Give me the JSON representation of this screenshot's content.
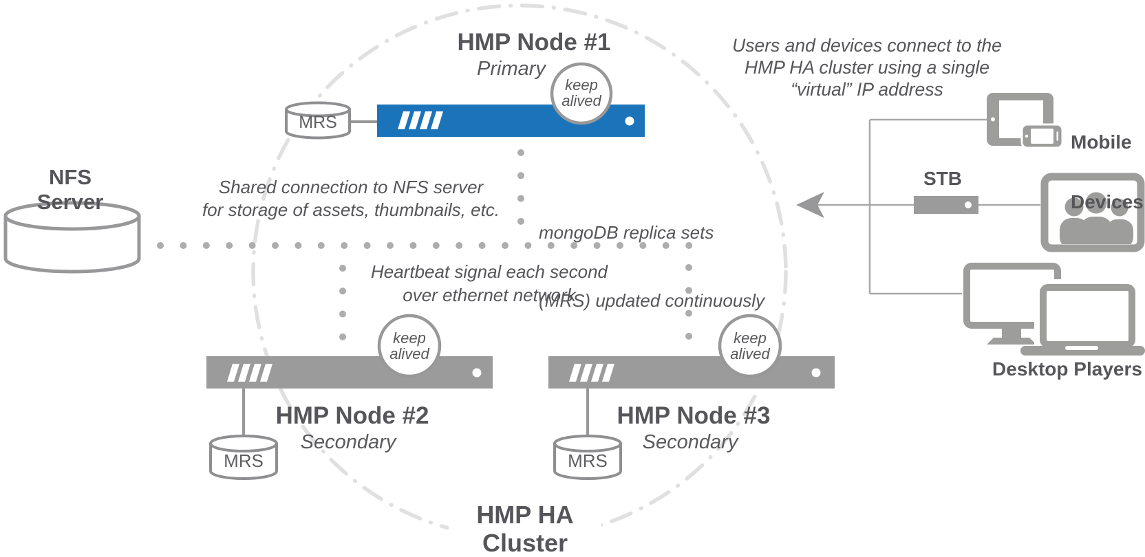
{
  "cluster": {
    "label_line1": "HMP HA",
    "label_line2": "Cluster"
  },
  "nodes": [
    {
      "title": "HMP Node #1",
      "role": "Primary",
      "db_label": "MRS"
    },
    {
      "title": "HMP Node #2",
      "role": "Secondary",
      "db_label": "MRS"
    },
    {
      "title": "HMP Node #3",
      "role": "Secondary",
      "db_label": "MRS"
    }
  ],
  "keepalived_badge": {
    "line1": "keep",
    "line2": "alived"
  },
  "nfs_server": {
    "label": "NFS Server"
  },
  "annotations": {
    "nfs_shared": {
      "line1": "Shared connection to NFS server",
      "line2": "for storage of assets, thumbnails, etc."
    },
    "mongo": {
      "line1": "mongoDB replica sets",
      "line2": "(MRS) updated continuously"
    },
    "heartbeat": {
      "line1": "Heartbeat signal each second",
      "line2": "over ethernet network"
    },
    "virtual_ip": {
      "line1": "Users and devices connect to the",
      "line2": "HMP HA cluster using a single",
      "line3": "“virtual” IP address"
    }
  },
  "clients": {
    "mobile": {
      "label_line1": "Mobile",
      "label_line2": "Devices"
    },
    "stb": {
      "label": "STB"
    },
    "desktop": {
      "label": "Desktop Players"
    }
  },
  "colors": {
    "primary_node_bar": "#1b74ba",
    "secondary_node_bar": "#9b9b9b",
    "icon_gray": "#9d9d9c",
    "text_dark": "#565559",
    "dots": "#adadad",
    "cluster_ring": "#e0e0e0"
  }
}
